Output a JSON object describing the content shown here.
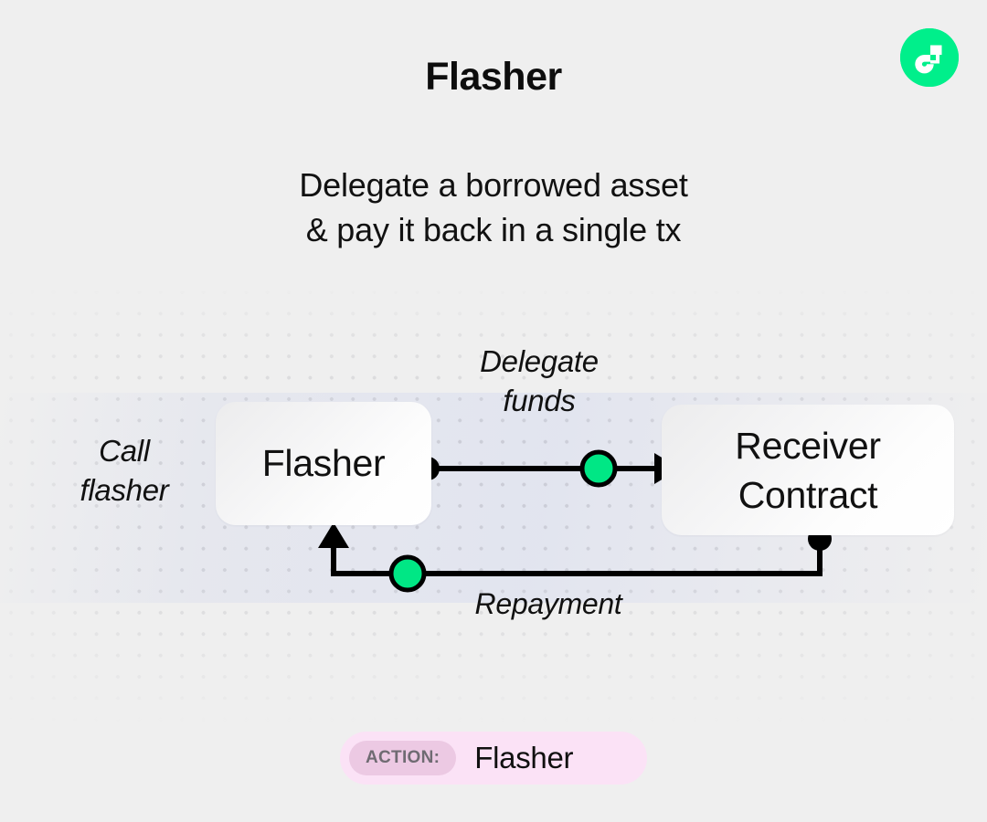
{
  "page": {
    "title": "Flasher",
    "subtitle_lines": [
      "Delegate a borrowed asset",
      "& pay it back in a single tx"
    ],
    "background_color": "#efefef"
  },
  "logo": {
    "name": "flow-logo",
    "circle_color": "#00ef8b",
    "glyph_color": "#ffffff"
  },
  "diagram": {
    "nodes": [
      {
        "id": "flasher",
        "label": "Flasher"
      },
      {
        "id": "receiver",
        "label_lines": [
          "Receiver",
          "Contract"
        ]
      }
    ],
    "labels": {
      "call_flasher_lines": [
        "Call",
        "flasher"
      ],
      "delegate_funds_lines": [
        "Delegate",
        "funds"
      ],
      "repayment": "Repayment"
    },
    "colors": {
      "connector_dot": "#000000",
      "token_dot": "#00e785",
      "edge_stroke": "#000000"
    }
  },
  "action_badge": {
    "chip_label": "ACTION:",
    "value": "Flasher",
    "pill_color": "#fbe2f6",
    "chip_color": "#ecc9e3",
    "chip_text_color": "#6f6b72"
  }
}
